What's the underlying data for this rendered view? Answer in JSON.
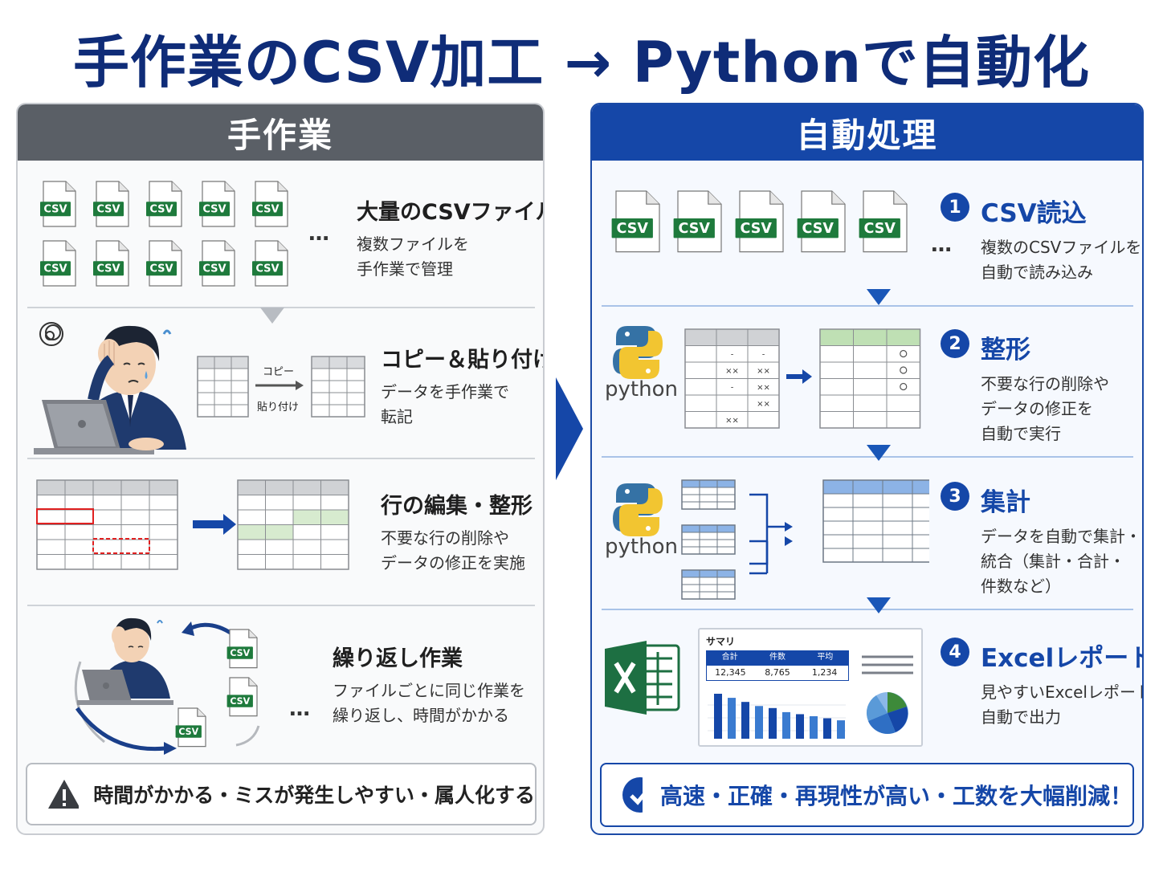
{
  "title": "手作業のCSV加工 → Pythonで自動化",
  "left": {
    "header": "手作業",
    "csv_label": "CSV",
    "ellipsis": "…",
    "sections": [
      {
        "heading": "大量のCSVファイル",
        "desc1": "複数ファイルを",
        "desc2": "手作業で管理"
      },
      {
        "heading": "コピー＆貼り付け",
        "desc1": "データを手作業で",
        "desc2": "転記",
        "label_copy": "コピー",
        "label_paste": "貼り付け"
      },
      {
        "heading": "行の編集・整形",
        "desc1": "不要な行の削除や",
        "desc2": "データの修正を実施"
      },
      {
        "heading": "繰り返し作業",
        "desc1": "ファイルごとに同じ作業を",
        "desc2": "繰り返し、時間がかかる"
      }
    ],
    "bottom": "時間がかかる・ミスが発生しやすい・属人化する"
  },
  "right": {
    "header": "自動処理",
    "python_label": "python",
    "steps": [
      {
        "num": "1",
        "heading": "CSV読込",
        "desc1": "複数のCSVファイルを",
        "desc2": "自動で読み込み"
      },
      {
        "num": "2",
        "heading": "整形",
        "desc1": "不要な行の削除や",
        "desc2": "データの修正を",
        "desc3": "自動で実行"
      },
      {
        "num": "3",
        "heading": "集計",
        "desc1": "データを自動で集計・",
        "desc2": "統合（集計・合計・",
        "desc3": "件数など）"
      },
      {
        "num": "4",
        "heading": "Excelレポート",
        "desc1": "見やすいExcelレポートを",
        "desc2": "自動で出力"
      }
    ],
    "report": {
      "title": "サマリ",
      "headers": [
        "合計",
        "件数",
        "平均"
      ],
      "values": [
        "12,345",
        "8,765",
        "1,234"
      ],
      "bars": [
        44,
        40,
        36,
        32,
        30,
        26,
        24,
        22,
        20,
        18
      ]
    },
    "bottom": "高速・正確・再現性が高い・工数を大幅削減！"
  },
  "colors": {
    "navy": "#0f2c78",
    "blue": "#1547a8",
    "csv_green": "#1e7a3c",
    "gray_header": "#5a5f66"
  }
}
